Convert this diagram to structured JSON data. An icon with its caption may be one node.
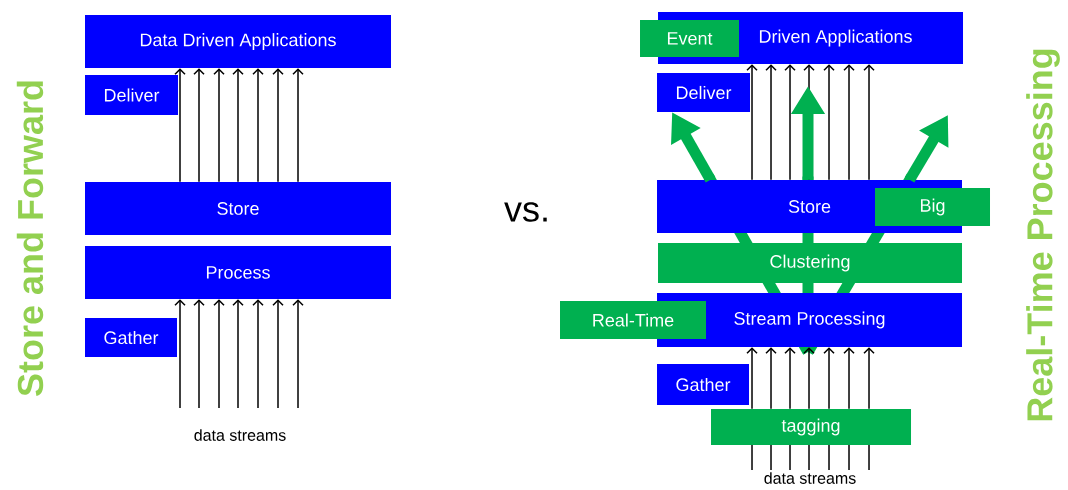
{
  "diagram": {
    "nodes": [
      {
        "text": [
          "Data Driven Applications"
        ]
      },
      {
        "text": [
          "Deliver"
        ]
      },
      {
        "text": [
          "Store"
        ]
      },
      {
        "text": [
          "Process"
        ]
      },
      {
        "text": [
          "Gather"
        ]
      },
      {
        "text": [
          "Driven Applications"
        ]
      },
      {
        "text": [
          "Event"
        ]
      },
      {
        "text": [
          "Deliver"
        ]
      },
      {
        "text": [
          "Store"
        ]
      },
      {
        "text": [
          "Big"
        ]
      },
      {
        "text": [
          "Clustering"
        ]
      },
      {
        "text": [
          "Stream Processing"
        ]
      },
      {
        "text": [
          "Real-Time"
        ]
      },
      {
        "text": [
          "Gather"
        ]
      },
      {
        "text": [
          "tagging"
        ]
      }
    ],
    "edges": [
      {
        "from": 2,
        "to": 0,
        "arrow": "to"
      },
      {
        "from": 2,
        "to": 0,
        "arrow": "to"
      },
      {
        "from": 2,
        "to": 0,
        "arrow": "to"
      },
      {
        "from": 2,
        "to": 0,
        "arrow": "to"
      },
      {
        "from": 2,
        "to": 0,
        "arrow": "to"
      },
      {
        "from": 2,
        "to": 0,
        "arrow": "to"
      },
      {
        "from": 2,
        "to": 0,
        "arrow": "to"
      },
      {
        "from": null,
        "to": 3,
        "arrow": "to"
      },
      {
        "from": null,
        "to": 3,
        "arrow": "to"
      },
      {
        "from": null,
        "to": 3,
        "arrow": "to"
      },
      {
        "from": null,
        "to": 3,
        "arrow": "to"
      },
      {
        "from": null,
        "to": 3,
        "arrow": "to"
      },
      {
        "from": null,
        "to": 3,
        "arrow": "to"
      },
      {
        "from": null,
        "to": 3,
        "arrow": "to"
      },
      {
        "from": 8,
        "to": 5,
        "arrow": "to"
      },
      {
        "from": 8,
        "to": 5,
        "arrow": "to"
      },
      {
        "from": 8,
        "to": 5,
        "arrow": "to"
      },
      {
        "from": 8,
        "to": 5,
        "arrow": "to"
      },
      {
        "from": 8,
        "to": 5,
        "arrow": "to"
      },
      {
        "from": 8,
        "to": 5,
        "arrow": "to"
      },
      {
        "from": 8,
        "to": 5,
        "arrow": "to"
      },
      {
        "from": 14,
        "to": 11,
        "arrow": "to"
      },
      {
        "from": 14,
        "to": 11,
        "arrow": "to"
      },
      {
        "from": 14,
        "to": 11,
        "arrow": "to"
      },
      {
        "from": 14,
        "to": 11,
        "arrow": "to"
      },
      {
        "from": 14,
        "to": 11,
        "arrow": "to"
      },
      {
        "from": 14,
        "to": 11,
        "arrow": "to"
      },
      {
        "from": 14,
        "to": 11,
        "arrow": "to"
      },
      {
        "from": 8,
        "to": 7,
        "arrow": "to",
        "style": "thick",
        "color": "#00b050"
      },
      {
        "from": 8,
        "to": null,
        "arrow": "to",
        "style": "thick",
        "color": "#00b050"
      },
      {
        "from": 8,
        "to": null,
        "arrow": "to",
        "style": "thick",
        "color": "#00b050"
      }
    ],
    "labels": [
      "Store and Forward",
      "data streams",
      "vs.",
      "data streams",
      "Real-Time Processing"
    ]
  }
}
